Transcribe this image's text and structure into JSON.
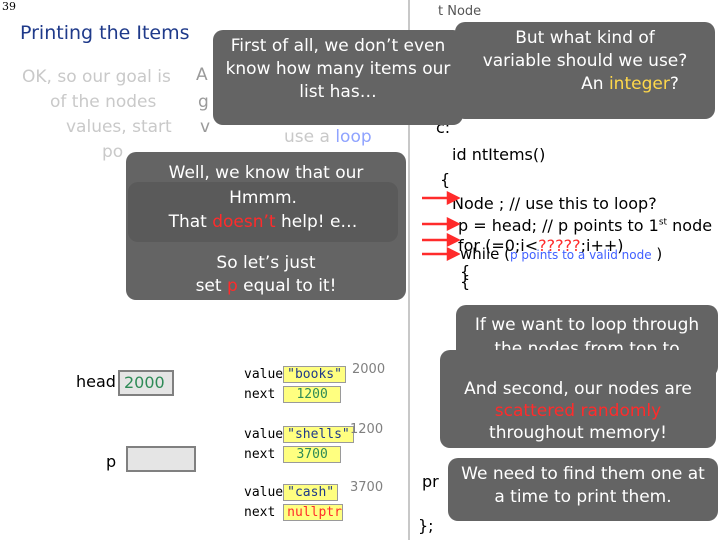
{
  "slide_number": "39",
  "title": "Printing the Items",
  "ghost_text": {
    "left_lines": [
      "OK, so our goal is",
      "of the nodes",
      "values, start",
      "po"
    ],
    "use_a_loop_prefix": "use a ",
    "use_a_loop_word": "loop",
    "mid_fragments": [
      "A",
      "g",
      "v"
    ]
  },
  "code_panel": {
    "header": "t Node",
    "line_c": "c:",
    "line_printitems": "id   ntItems()",
    "line_brace_open": "{",
    "line_node": "Node   ; // use this to loop?",
    "line_p_head": "p = head; // p points to 1",
    "line_p_head_sup": "st",
    "line_p_head_tail": " node",
    "line_for": "for (",
    "line_for_mid": "=0;i<",
    "line_for_q": "?????",
    "line_for_end": ";i++)",
    "line_while_prefix": "while (",
    "line_while_cond": "p points to a valid node",
    "line_while_suffix": " )",
    "line_brace2": "{",
    "line_brace3": "{",
    "line_pr": "pr",
    "line_end": "};"
  },
  "callouts": {
    "first_of_all": {
      "line1": "First of all, we don’t even",
      "line2": "know how many items our",
      "line3": "list has…"
    },
    "variable_kind": {
      "line1": "But what kind of",
      "line2": "variable should we use?",
      "line3_prefix": "An ",
      "line3_word": "integer",
      "line3_suffix": "?"
    },
    "we_know": {
      "line1": "Well, we know that our"
    },
    "hmmm": {
      "line1": "Hmmm.",
      "line2_word": "doesn’t",
      "line2_prefix": "That ",
      "line2_suffix": " help!",
      "trailing": "e…"
    },
    "set_p": {
      "line1": "So let’s just",
      "line2_prefix": "set ",
      "line2_word": "p",
      "line2_suffix": " equal to it!"
    },
    "loop_through": {
      "line1": "If we want to loop through",
      "line2": "the nodes from top to"
    },
    "scattered": {
      "line1": "And second, our nodes are",
      "line2": "scattered randomly",
      "line3": "throughout memory!"
    },
    "find_one": {
      "line1": "We need to find them one at",
      "line2": "a time to print them."
    }
  },
  "vars": {
    "head_label": "head",
    "head_value": "2000",
    "p_label": "p"
  },
  "nodes": [
    {
      "value_label": "value",
      "value": "\"books\"",
      "next_label": "next",
      "next": "1200",
      "addr": "2000"
    },
    {
      "value_label": "value",
      "value": "\"shells\"",
      "next_label": "next",
      "next": "3700",
      "addr": "1200"
    },
    {
      "value_label": "value",
      "value": "\"cash\"",
      "next_label": "next",
      "next": "nullptr",
      "addr": "3700"
    }
  ],
  "colors": {
    "callout": "#646464",
    "accent_red": "#ff2b2b",
    "accent_blue": "#4060ff",
    "title": "#1f3a8a",
    "value_box": "#ffff80"
  }
}
